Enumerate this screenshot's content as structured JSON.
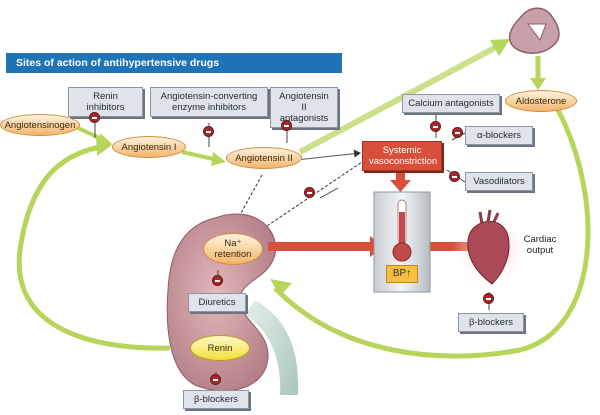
{
  "title": "Sites of action of antihypertensive drugs",
  "labels": {
    "renin_inhibitors": "Renin inhibitors",
    "ace_inhibitors_line1": "Angiotensin-converting",
    "ace_inhibitors_line2": "enzyme inhibitors",
    "at2_antagonists_line1": "Angiotensin II",
    "at2_antagonists_line2": "antagonists",
    "calcium_antagonists": "Calcium antagonists",
    "alpha_blockers": "α-blockers",
    "vasodilators": "Vasodilators",
    "diuretics": "Diuretics",
    "beta_blockers_kidney": "β-blockers",
    "beta_blockers_heart": "β-blockers",
    "angiotensinogen": "Angiotensinogen",
    "angiotensin_1": "Angiotensin I",
    "angiotensin_2": "Angiotensin II",
    "aldosterone": "Aldosterone",
    "renin": "Renin",
    "na_retention_line1": "Na⁺",
    "na_retention_line2": "retention",
    "vasoconstriction_line1": "Systemic",
    "vasoconstriction_line2": "vasoconstriction",
    "bp": "BP↑",
    "cardiac_output_line1": "Cardiac",
    "cardiac_output_line2": "output"
  },
  "colors": {
    "title_bar": "#1f73b7",
    "green_arrow": "#b7d55a",
    "red_arrow": "#d8503a",
    "inhibitor": "#a5282b",
    "kidney": "#c9949b",
    "pill": "#f3b469",
    "drug_box": "#dfe3ea"
  }
}
